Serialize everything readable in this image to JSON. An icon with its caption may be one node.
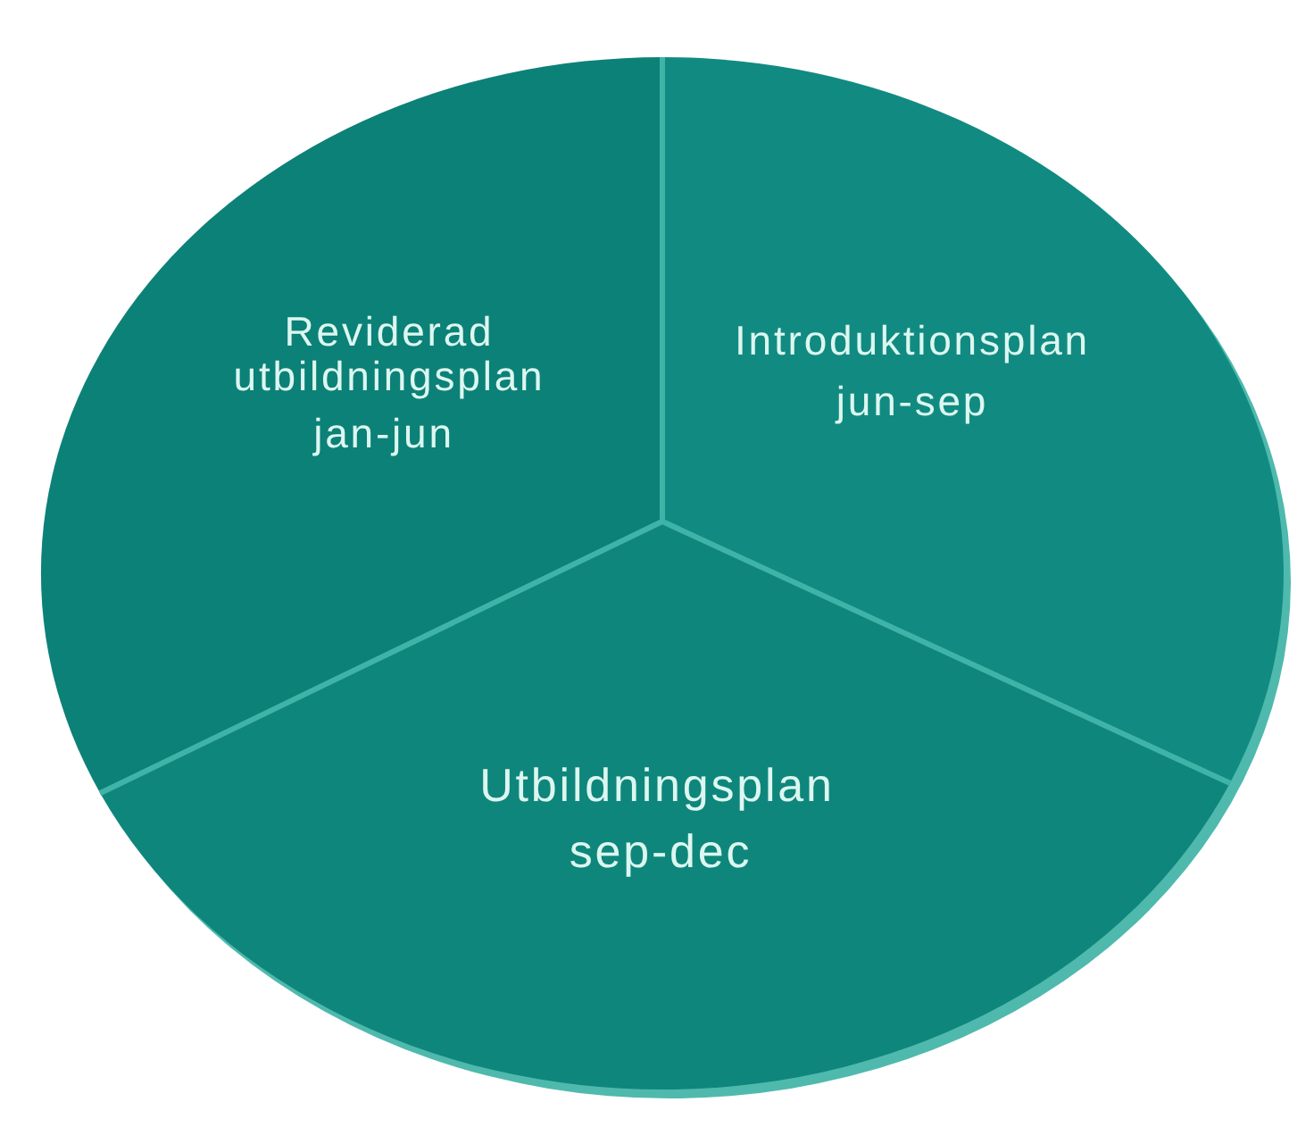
{
  "diagram": {
    "nodes": [
      {
        "text": [
          "Reviderad utbildningsplan",
          "jan-jun"
        ]
      },
      {
        "text": [
          "Introduktionsplan",
          "jun-sep"
        ]
      },
      {
        "text": [
          "Utbildningsplan",
          "sep-dec"
        ]
      }
    ]
  }
}
